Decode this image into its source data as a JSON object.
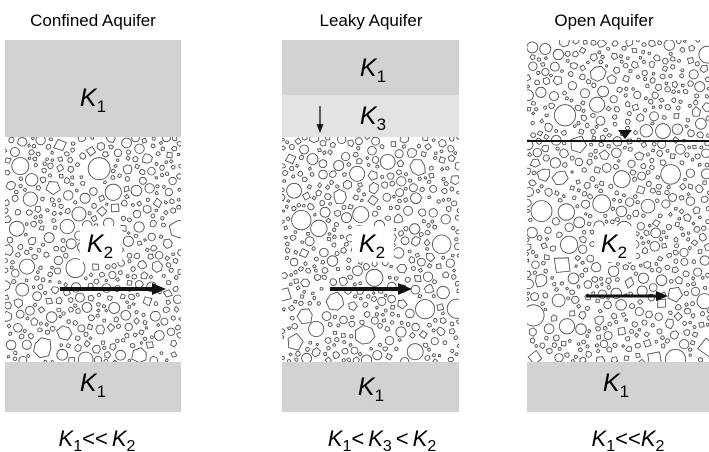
{
  "panels": [
    {
      "title": "Confined Aquifer",
      "layers": [
        {
          "k": "K",
          "sub": "1"
        },
        {
          "k": "K",
          "sub": "2"
        },
        {
          "k": "K",
          "sub": "1"
        }
      ],
      "relation": [
        {
          "k": "K",
          "sub": "1"
        },
        {
          "op": "<<"
        },
        {
          "k": "K",
          "sub": "2"
        }
      ]
    },
    {
      "title": "Leaky Aquifer",
      "layers": [
        {
          "k": "K",
          "sub": "1"
        },
        {
          "k": "K",
          "sub": "3"
        },
        {
          "k": "K",
          "sub": "2"
        },
        {
          "k": "K",
          "sub": "1"
        }
      ],
      "relation": [
        {
          "k": "K",
          "sub": "1"
        },
        {
          "op": "<"
        },
        {
          "k": "K",
          "sub": "3"
        },
        {
          "op": "<"
        },
        {
          "k": "K",
          "sub": "2"
        }
      ]
    },
    {
      "title": "Open Aquifer",
      "layers": [
        {
          "k": "K",
          "sub": "2"
        },
        {
          "k": "K",
          "sub": "1"
        }
      ],
      "relation": [
        {
          "k": "K",
          "sub": "1"
        },
        {
          "op": "<<"
        },
        {
          "k": "K",
          "sub": "2"
        }
      ]
    }
  ],
  "colors": {
    "confining_layer": "#d2d2d2",
    "leaky_layer": "#e3e3e3",
    "grain_stroke": "#444444",
    "arrow": "#111111"
  },
  "icons": [
    "flow-arrow",
    "leakage-arrow",
    "water-table-icon"
  ]
}
